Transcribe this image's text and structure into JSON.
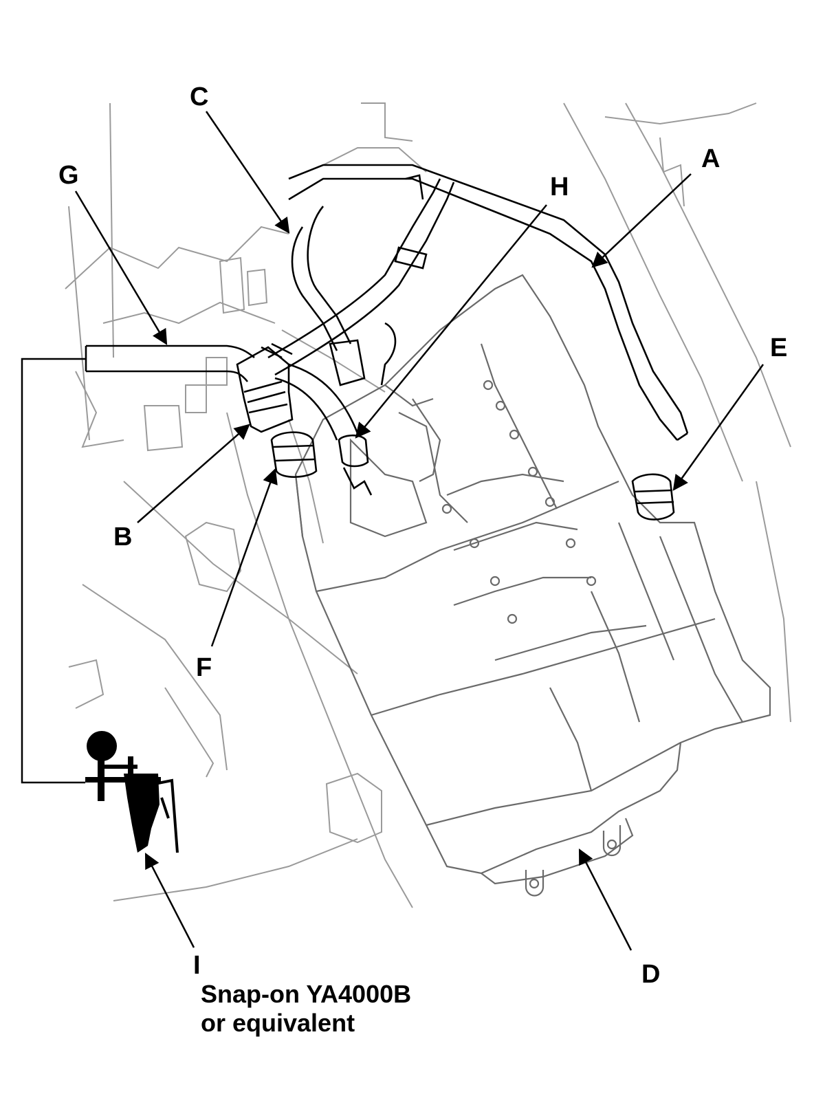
{
  "labels": {
    "a": "A",
    "b": "B",
    "c": "C",
    "d": "D",
    "e": "E",
    "f": "F",
    "g": "G",
    "h": "H",
    "i": "I"
  },
  "tool": {
    "line1": "Snap-on YA4000B",
    "line2": "or equivalent"
  },
  "colors": {
    "ink": "#000000",
    "faint_ink": "#9a9a9a"
  }
}
